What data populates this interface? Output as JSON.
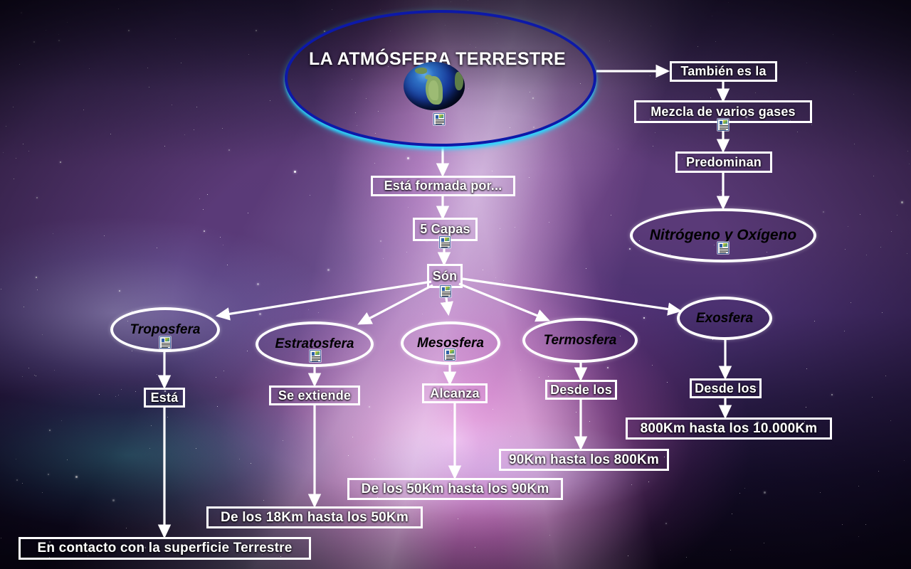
{
  "title": {
    "text": "LA ATMÓSFERA TERRESTRE",
    "ellipse_border_color": "#0d19a8",
    "ellipse_glow_color": "#28d7ff",
    "image": "earth-globe-image"
  },
  "right_branch": {
    "tambien_es_la": "También es la",
    "mezcla_gases": "Mezcla de varios gases",
    "predominan": "Predominan",
    "nitrogeno_oxigeno": "Nitrógeno y Oxígeno"
  },
  "center_branch": {
    "esta_formada_por": "Está formada por...",
    "cinco_capas": "5 Capas",
    "son": "Són"
  },
  "layers": [
    {
      "name": "Troposfera",
      "connector": "Está",
      "range": "En contacto con la superficie Terrestre"
    },
    {
      "name": "Estratosfera",
      "connector": "Se extiende",
      "range": "De los 18Km hasta los 50Km"
    },
    {
      "name": "Mesosfera",
      "connector": "Alcanza",
      "range": "De los 50Km hasta los 90Km"
    },
    {
      "name": "Termosfera",
      "connector": "Desde los",
      "range": "90Km hasta los 800Km"
    },
    {
      "name": "Exosfera",
      "connector": "Desde los",
      "range": "800Km hasta los 10.000Km"
    }
  ],
  "icons": {
    "document_icon": "document-icon",
    "document_icon_count": 8
  },
  "colors": {
    "node_border": "#ffffff",
    "box_text": "#ffffff",
    "ellipse_text": "#000000",
    "connector_line": "#ffffff",
    "title_border": "#0d19a8",
    "title_highlight": "#28d7ff"
  }
}
